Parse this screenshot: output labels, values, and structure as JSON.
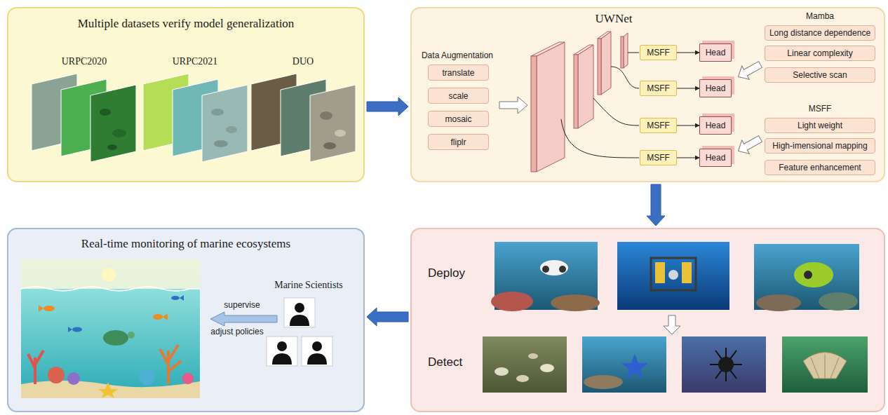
{
  "diagram": {
    "nodes": [
      {
        "text": [
          "Multiple datasets verify model generalization"
        ]
      },
      {
        "text": [
          "UWNet"
        ]
      },
      {
        "text": [
          "translate"
        ],
        "in": 1
      },
      {
        "text": [
          "scale"
        ],
        "in": 1
      },
      {
        "text": [
          "mosaic"
        ],
        "in": 1
      },
      {
        "text": [
          "fliplr"
        ],
        "in": 1
      },
      {
        "text": [
          "MSFF"
        ],
        "in": 1
      },
      {
        "text": [
          "MSFF"
        ],
        "in": 1
      },
      {
        "text": [
          "MSFF"
        ],
        "in": 1
      },
      {
        "text": [
          "MSFF"
        ],
        "in": 1
      },
      {
        "text": [
          "Head"
        ],
        "in": 1
      },
      {
        "text": [
          "Head"
        ],
        "in": 1
      },
      {
        "text": [
          "Head"
        ],
        "in": 1
      },
      {
        "text": [
          "Head"
        ],
        "in": 1
      },
      {
        "text": [
          "Long distance dependence"
        ],
        "in": 1
      },
      {
        "text": [
          "Linear complexity"
        ],
        "in": 1
      },
      {
        "text": [
          "Selective scan"
        ],
        "in": 1
      },
      {
        "text": [
          "Light weight"
        ],
        "in": 1
      },
      {
        "text": [
          "High-imensional mapping"
        ],
        "in": 1
      },
      {
        "text": [
          "Feature enhancement"
        ],
        "in": 1
      },
      {
        "text": [
          "Deploy",
          "Detect"
        ]
      },
      {
        "text": [
          "Real-time monitoring of marine ecosystems"
        ]
      }
    ],
    "edges": [
      {
        "from": 0,
        "to": 1,
        "arrow": "to"
      },
      {
        "from": 6,
        "to": 10,
        "arrow": "to"
      },
      {
        "from": 7,
        "to": 11,
        "arrow": "to"
      },
      {
        "from": 8,
        "to": 12,
        "arrow": "to"
      },
      {
        "from": 9,
        "to": 13,
        "arrow": "to"
      },
      {
        "from": 1,
        "to": 20,
        "arrow": "to"
      },
      {
        "from": 20,
        "to": 21,
        "arrow": "to"
      }
    ],
    "labels": [
      "URPC2020",
      "URPC2021",
      "DUO",
      "Data Augmentation",
      "Mamba",
      "MSFF",
      "Marine Scientists",
      "supervise",
      "adjust policies"
    ]
  }
}
